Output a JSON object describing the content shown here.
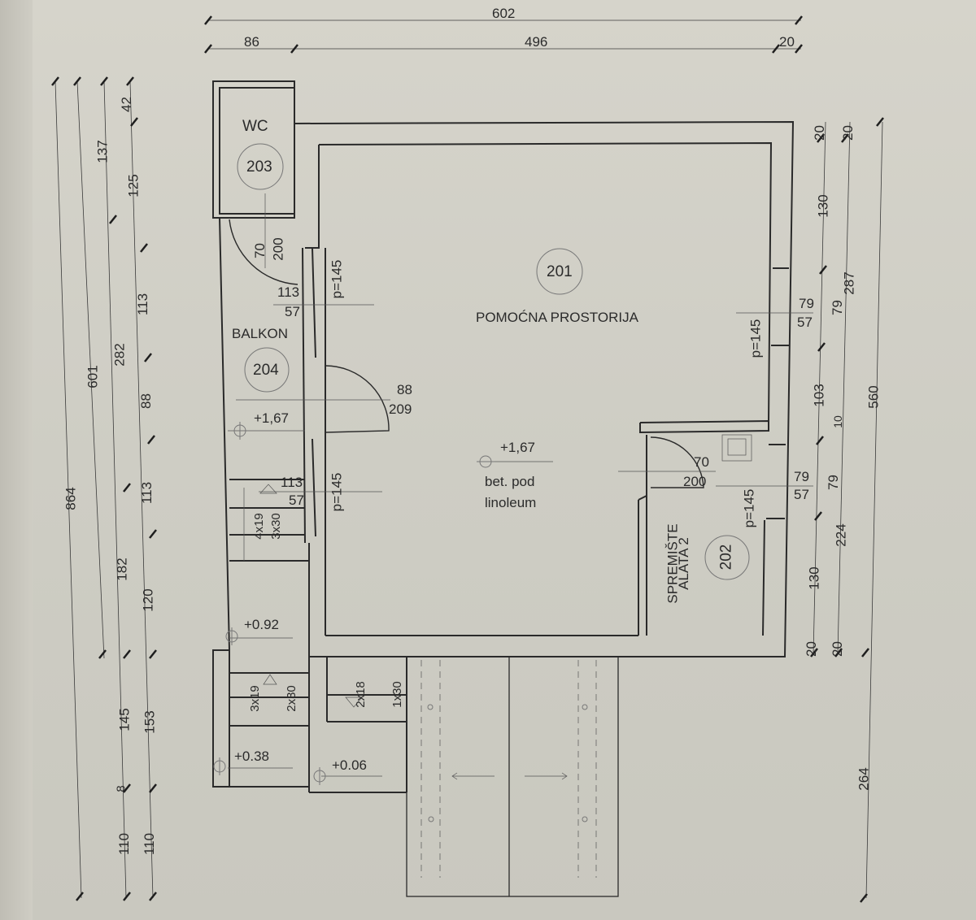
{
  "drawing": {
    "type": "architectural floor plan",
    "units": "cm"
  },
  "rooms": [
    {
      "number": "201",
      "name": "POMOĆNA PROSTORIJA",
      "level": "+1,67",
      "floor_material": [
        "bet. pod",
        "linoleum"
      ]
    },
    {
      "number": "202",
      "name": "SPREMIŠTE ALATA 2",
      "name_line1": "SPREMIŠTE",
      "name_line2": "ALATA 2"
    },
    {
      "number": "203",
      "name": "WC"
    },
    {
      "number": "204",
      "name": "BALKON",
      "level": "+1,67"
    }
  ],
  "levels": {
    "balkon": "+1,67",
    "main": "+1,67",
    "landing": "+0.92",
    "lower_left": "+0.38",
    "ground": "+0.06"
  },
  "doors": {
    "wc": {
      "w": "70",
      "h": "200"
    },
    "main": {
      "w": "88",
      "h": "209"
    },
    "storage": {
      "w": "70",
      "h": "200"
    }
  },
  "windows": {
    "left_upper": {
      "w": "113",
      "h": "57",
      "parapet": "p=145"
    },
    "left_lower": {
      "w": "113",
      "h": "57",
      "parapet": "p=145"
    },
    "right_upper": {
      "w": "79",
      "h": "57",
      "parapet": "p=145"
    },
    "right_lower": {
      "w": "79",
      "h": "57",
      "parapet": "p=145"
    }
  },
  "stairs": {
    "upper": {
      "rise": "4x19",
      "run": "3x30"
    },
    "middle": {
      "rise": "3x19",
      "run": "2x30"
    },
    "lower": {
      "rise": "2x18",
      "run": "1x30"
    }
  },
  "dimensions": {
    "top_total": "602",
    "top_parts": [
      "86",
      "496",
      "20"
    ],
    "left_total": "864",
    "left_chain2": [
      "601",
      "153"
    ],
    "left_chain3": [
      "137",
      "282",
      "182",
      "145",
      "8",
      "110"
    ],
    "left_chain3b": [
      "110"
    ],
    "left_chain4": [
      "42",
      "125",
      "113",
      "88",
      "113",
      "120",
      "153",
      "110"
    ],
    "right_chain1": [
      "20",
      "130",
      "79",
      "103",
      "10",
      "79",
      "130",
      "20"
    ],
    "right_chain2": [
      "20",
      "287",
      "224",
      "20"
    ],
    "right_total": "560",
    "right_bottom": "264"
  }
}
